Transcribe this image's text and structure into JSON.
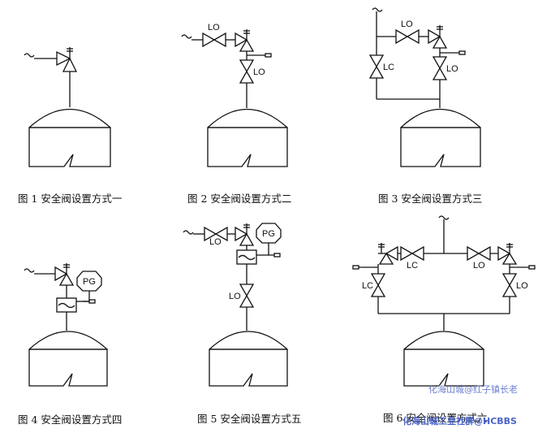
{
  "figures": [
    {
      "id": 1,
      "caption": "图 1  安全阀设置方式一"
    },
    {
      "id": 2,
      "caption": "图 2  安全阀设置方式二"
    },
    {
      "id": 3,
      "caption": "图 3  安全阀设置方式三"
    },
    {
      "id": 4,
      "caption": "图 4  安全阀设置方式四"
    },
    {
      "id": 5,
      "caption": "图 5  安全阀设置方式五"
    },
    {
      "id": 6,
      "caption": "图 6  安全阀设置方式六"
    }
  ],
  "valve_labels": {
    "lo": "LO",
    "lc": "LC",
    "pg": "PG"
  },
  "watermarks": {
    "top": "化海山城@红子镇长老",
    "bottom": "化海山城工业社群@HCBBS"
  },
  "colors": {
    "line": "#111111",
    "watermark_top": "#6b7fd0",
    "watermark_bottom": "#4a64c8"
  }
}
